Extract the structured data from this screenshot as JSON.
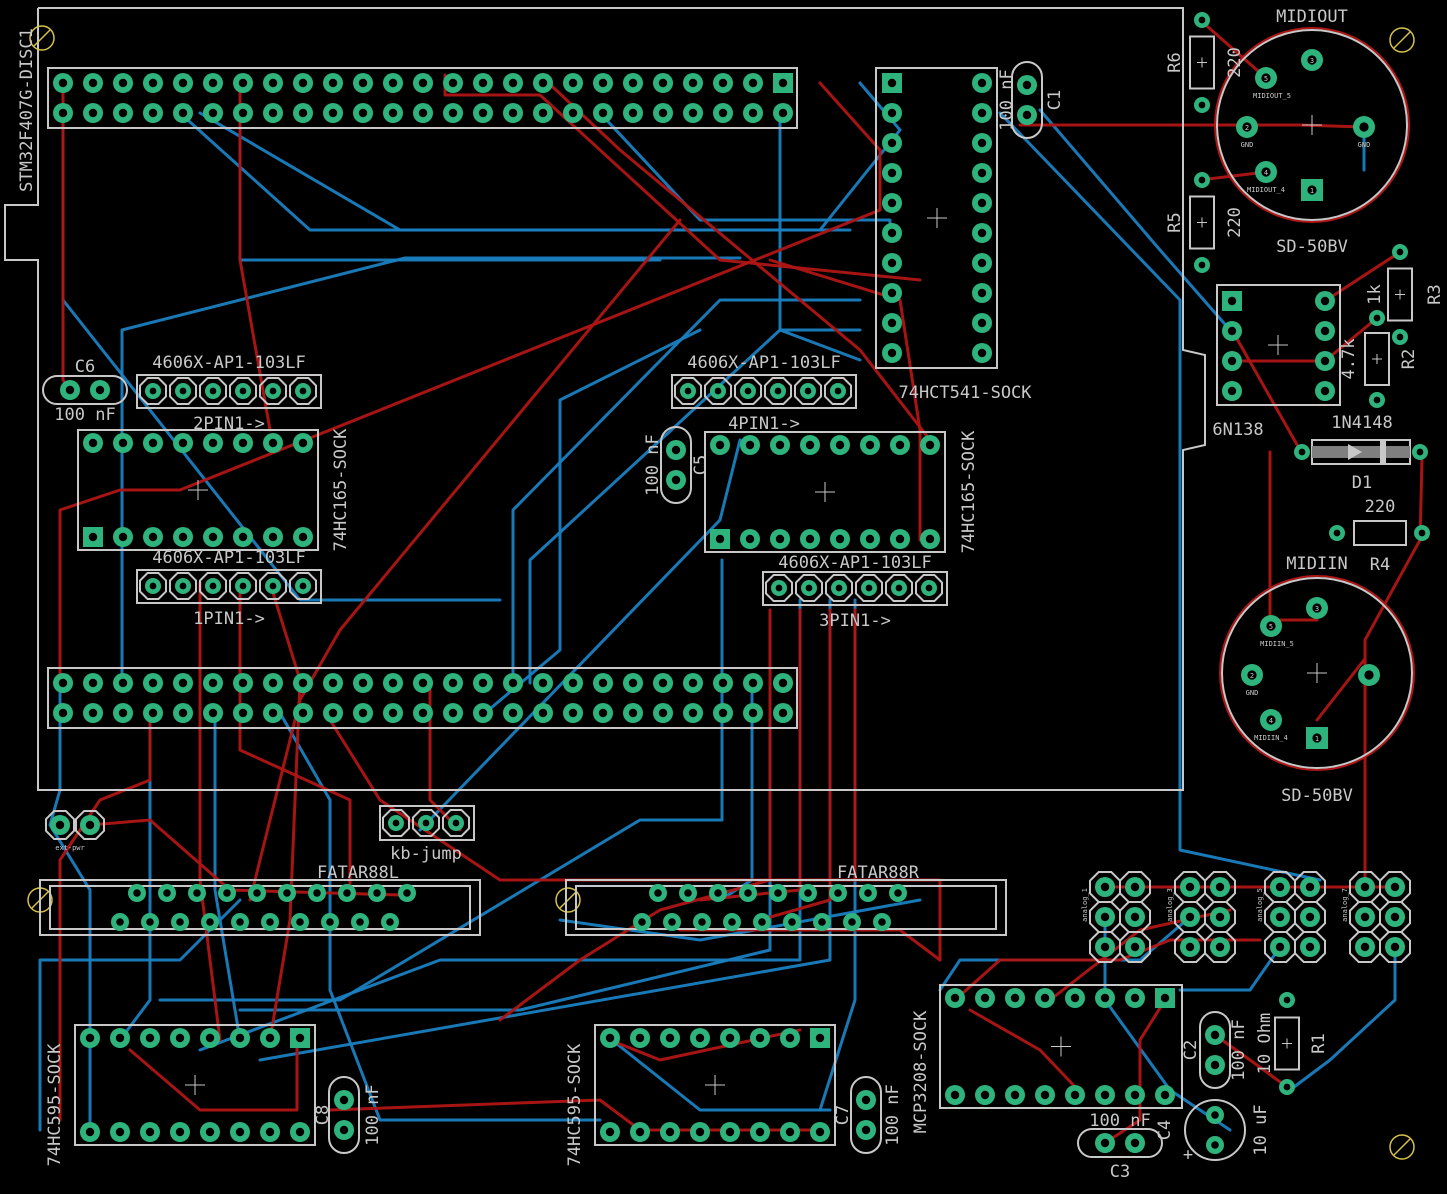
{
  "board": {
    "name": "STM32F407G-DISC1",
    "colors": {
      "background": "#000000",
      "top_copper": "#b01515",
      "bottom_copper": "#1a7fc0",
      "pad": "#2fb37d",
      "silkscreen": "#c8c8c8",
      "fiducial": "#d6c24a"
    }
  },
  "components": {
    "ic541": {
      "value": "74HCT541-SOCK"
    },
    "c1": {
      "name": "C1",
      "value": "100 nF"
    },
    "c2": {
      "name": "C2",
      "value": "100 nF"
    },
    "c3": {
      "name": "C3",
      "value": "100 nF"
    },
    "c4": {
      "name": "C4",
      "value": "10 uF",
      "polarity": "+"
    },
    "c5": {
      "name": "C5",
      "value": "100 nF"
    },
    "c6": {
      "name": "C6",
      "value": "100 nF"
    },
    "c7": {
      "name": "C7",
      "value": "100 nF"
    },
    "c8": {
      "name": "C8",
      "value": "100 nF"
    },
    "r1": {
      "name": "R1",
      "value": "10 Ohm"
    },
    "r2": {
      "name": "R2",
      "value": "4.7k"
    },
    "r3": {
      "name": "R3",
      "value": "1k"
    },
    "r4": {
      "name": "R4",
      "value": "220"
    },
    "r5": {
      "name": "R5",
      "value": "220"
    },
    "r6": {
      "name": "R6",
      "value": "220"
    },
    "d1": {
      "name": "D1",
      "value": "1N4148"
    },
    "opto": {
      "value": "6N138"
    },
    "midiout": {
      "name": "MIDIOUT",
      "value": "SD-50BV",
      "pins": {
        "p1": "1",
        "p2": "2",
        "p3": "3",
        "p4": "4",
        "p5": "5",
        "gnd_a": "GND",
        "gnd_b": "GND",
        "label4": "MIDIOUT_4",
        "label5": "MIDIOUT_5"
      }
    },
    "midiin": {
      "name": "MIDIIN",
      "value": "SD-50BV",
      "pins": {
        "p1": "1",
        "p2": "2",
        "p3": "3",
        "p4": "4",
        "p5": "5",
        "gnd_a": "GND",
        "label4": "MIDIIN_4",
        "label5": "MIDIIN_5"
      }
    },
    "pot1": {
      "value": "4606X-AP1-103LF",
      "pin_label": "2PIN1->"
    },
    "pot2": {
      "value": "4606X-AP1-103LF",
      "pin_label": "1PIN1->"
    },
    "pot3": {
      "value": "4606X-AP1-103LF",
      "pin_label": "4PIN1->"
    },
    "pot4": {
      "value": "4606X-AP1-103LF",
      "pin_label": "3PIN1->"
    },
    "sr165a": {
      "value": "74HC165-SOCK"
    },
    "sr165b": {
      "value": "74HC165-SOCK"
    },
    "sr595a": {
      "value": "74HC595-SOCK"
    },
    "sr595b": {
      "value": "74HC595-SOCK"
    },
    "adc": {
      "value": "MCP3208-SOCK"
    },
    "fatarL": {
      "name": "FATAR88L"
    },
    "fatarR": {
      "name": "FATAR88R"
    },
    "kbjump": {
      "name": "kb-jump"
    },
    "extpwr": {
      "name": "ext-pwr"
    },
    "analog1": {
      "name": "analog_1"
    },
    "analog3": {
      "name": "analog_3"
    },
    "analog5": {
      "name": "analog_5"
    },
    "analog7": {
      "name": "analog_7"
    }
  }
}
